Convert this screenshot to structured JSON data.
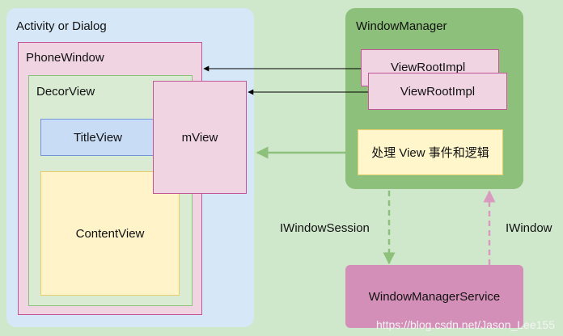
{
  "activity": {
    "label": "Activity or Dialog"
  },
  "phone_window": {
    "label": "PhoneWindow"
  },
  "decor_view": {
    "label": "DecorView"
  },
  "title_view": {
    "label": "TitleView"
  },
  "content_view": {
    "label": "ContentView"
  },
  "m_view": {
    "label": "mView"
  },
  "window_manager": {
    "label": "WindowManager",
    "view_root_impl_1": "ViewRootImpl",
    "view_root_impl_2": "ViewRootImpl",
    "handler": "处理 View 事件和逻辑"
  },
  "wms": {
    "label": "WindowManagerService"
  },
  "edges": {
    "session": "IWindowSession",
    "window": "IWindow"
  },
  "watermark": "https://blog.csdn.net/Jason_Lee155",
  "colors": {
    "green_arrow": "#8dc07a",
    "dashed_down": "#8dc07a",
    "dashed_up": "#d99ac0",
    "black_arrow": "#000000"
  }
}
